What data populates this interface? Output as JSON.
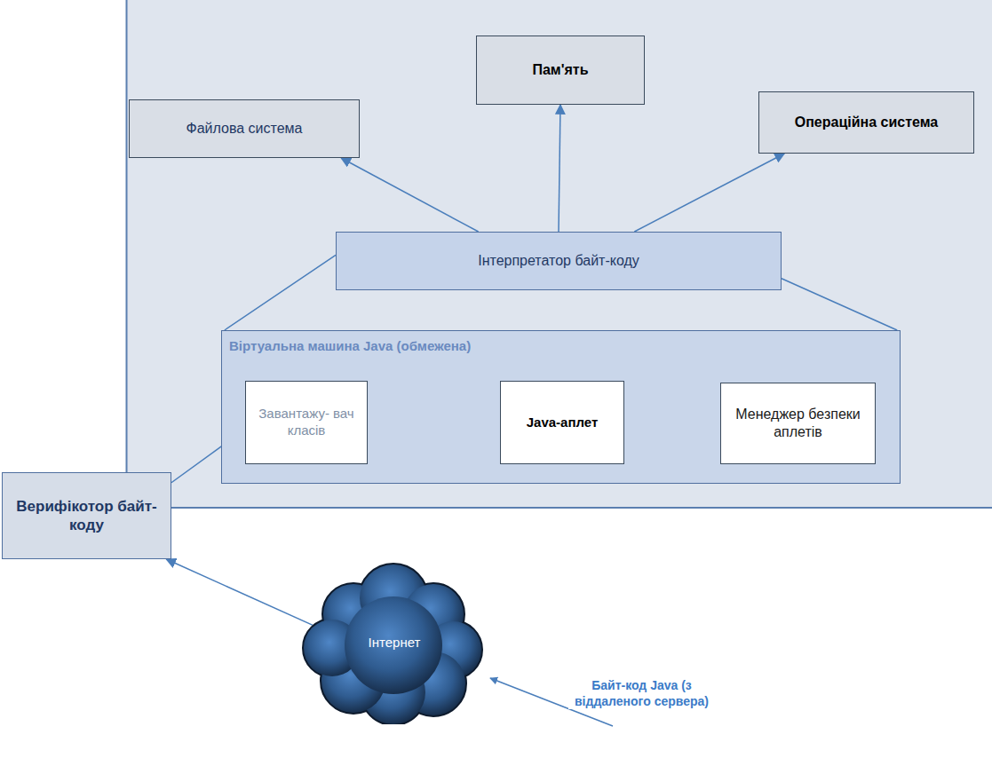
{
  "diagram": {
    "nodes": [
      {
        "text": [
          "Пам'ять"
        ]
      },
      {
        "text": [
          "Файлова система"
        ]
      },
      {
        "text": [
          "Операційна система"
        ]
      },
      {
        "text": [
          "Інтерпретатор байт-коду"
        ]
      },
      {
        "text": [
          "Віртуальна машина Java (обмежена)"
        ]
      },
      {
        "text": [
          "Завантажу- вач класів"
        ],
        "in": 4
      },
      {
        "text": [
          "Java-аплет"
        ],
        "in": 4
      },
      {
        "text": [
          "Менеджер безпеки аплетів"
        ],
        "in": 4
      },
      {
        "text": [
          "Верифікотор байт-коду"
        ]
      },
      {
        "text": [
          "Інтернет"
        ]
      }
    ],
    "edges": [
      {
        "from": 3,
        "to": 0,
        "arrow": "to"
      },
      {
        "from": 3,
        "to": 1,
        "arrow": "to"
      },
      {
        "from": 3,
        "to": 2,
        "arrow": "to"
      },
      {
        "from": 3,
        "to": 4,
        "arrow": "none"
      },
      {
        "from": 5,
        "to": 6,
        "arrow": "to"
      },
      {
        "from": 6,
        "to": 7,
        "arrow": "to"
      },
      {
        "from": 8,
        "to": 5,
        "arrow": "to"
      },
      {
        "from": 9,
        "to": 8,
        "arrow": "to"
      }
    ],
    "labels": [
      "Байт-код Java (з віддаленого сервера)"
    ]
  }
}
